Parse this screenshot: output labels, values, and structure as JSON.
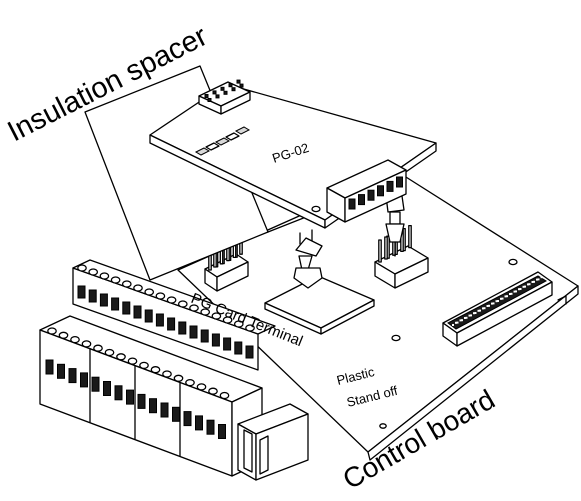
{
  "labels": {
    "insulation_spacer": "Insulation spacer",
    "pg02": "PG-02",
    "pg_card_terminal": "PG Card Terminal",
    "plastic": "Plastic",
    "stand_off": "Stand off",
    "control_board": "Control board"
  },
  "colors": {
    "line": "#000000",
    "background": "#ffffff"
  }
}
